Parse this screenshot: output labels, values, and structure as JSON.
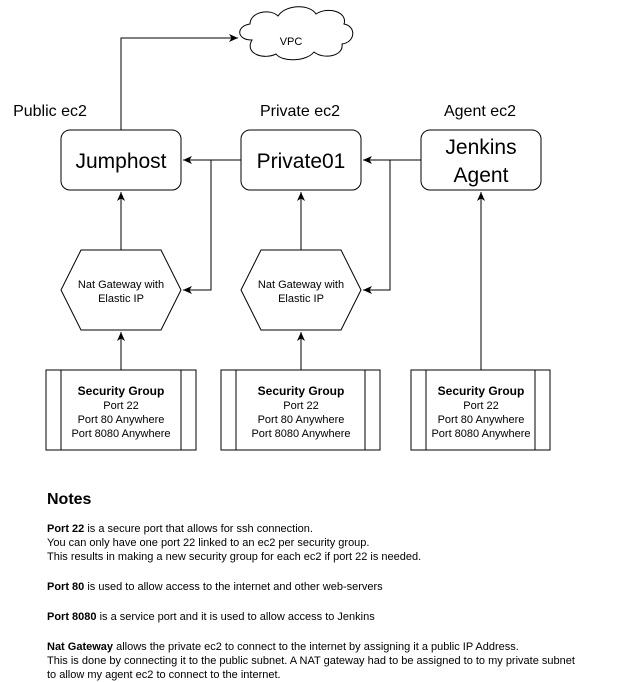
{
  "cloud": {
    "label": "VPC"
  },
  "columns": [
    {
      "header": "Public ec2",
      "instance": "Jumphost",
      "gateway": {
        "line1": "Nat Gateway with",
        "line2": "Elastic IP"
      },
      "security_group": {
        "title": "Security Group",
        "lines": [
          "Port 22",
          "Port 80 Anywhere",
          "Port 8080 Anywhere"
        ]
      }
    },
    {
      "header": "Private ec2",
      "instance": "Private01",
      "gateway": {
        "line1": "Nat Gateway with",
        "line2": "Elastic IP"
      },
      "security_group": {
        "title": "Security Group",
        "lines": [
          "Port 22",
          "Port 80 Anywhere",
          "Port 8080 Anywhere"
        ]
      }
    },
    {
      "header": "Agent ec2",
      "instance_lines": [
        "Jenkins",
        "Agent"
      ],
      "security_group": {
        "title": "Security Group",
        "lines": [
          "Port 22",
          "Port 80 Anywhere",
          "Port 8080 Anywhere"
        ]
      }
    }
  ],
  "notes": {
    "heading": "Notes",
    "port22": {
      "term": "Port 22",
      "line1": " is a secure port that allows for ssh connection.",
      "line2": "You can only have one port 22 linked to an ec2 per security group.",
      "line3": "This results in making a new security group for each ec2 if port 22 is needed."
    },
    "port80": {
      "term": "Port 80",
      "text": " is used to allow access to the internet and other web-servers"
    },
    "port8080": {
      "term": "Port 8080",
      "text": " is a service port and it is used to allow access to Jenkins"
    },
    "nat": {
      "term": "Nat Gateway",
      "line1": " allows the private ec2 to connect to the internet by assigning it a public IP Address.",
      "line2": "This is done by connecting it to the public subnet. A NAT gateway had to be assigned to to my private subnet",
      "line3": " to allow my agent ec2 to connect to the internet."
    }
  }
}
